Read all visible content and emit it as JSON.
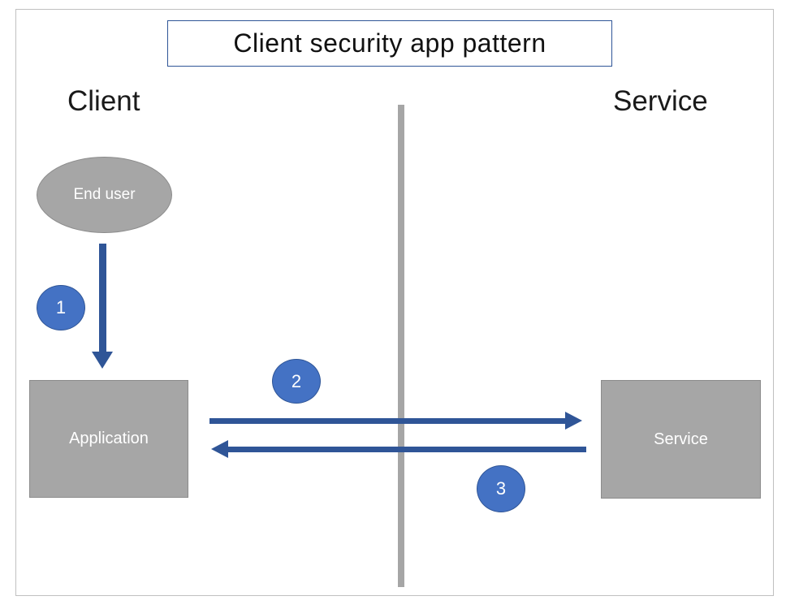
{
  "title": "Client security app pattern",
  "columns": {
    "left": "Client",
    "right": "Service"
  },
  "nodes": {
    "end_user": {
      "label": "End user"
    },
    "application": {
      "label": "Application"
    },
    "service": {
      "label": "Service"
    }
  },
  "steps": [
    "1",
    "2",
    "3"
  ],
  "colors": {
    "shape_fill": "#a6a6a6",
    "shape_border": "#8c8c8c",
    "arrow": "#2f5597",
    "badge_fill": "#4472c4",
    "badge_border": "#2f5597",
    "title_border": "#2f5597",
    "frame_border": "#c0c0c0"
  }
}
